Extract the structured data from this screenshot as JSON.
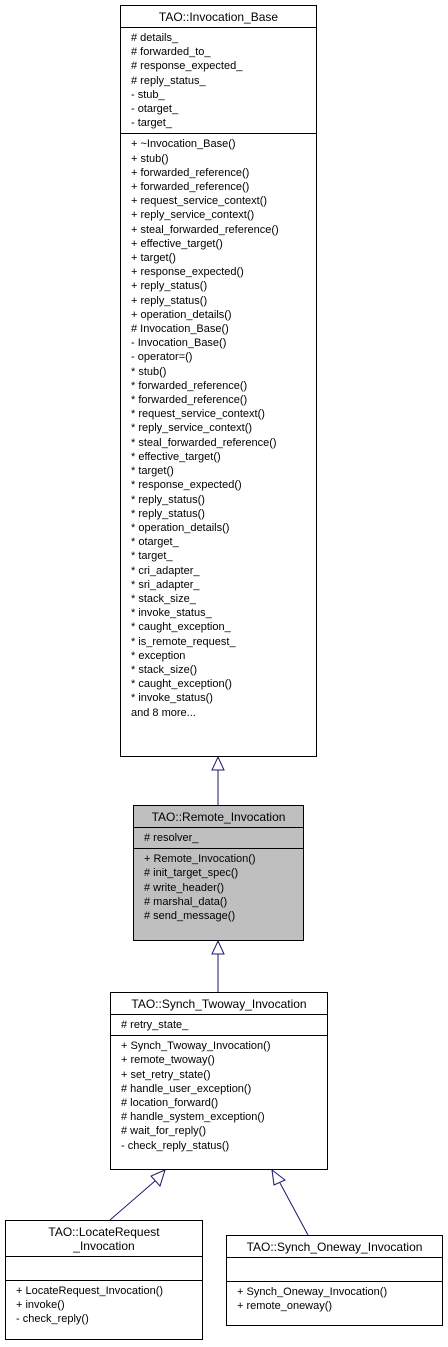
{
  "classes": {
    "invocation_base": {
      "title": "TAO::Invocation_Base",
      "attributes": [
        "# details_",
        "# forwarded_to_",
        "# response_expected_",
        "# reply_status_",
        "- stub_",
        "- otarget_",
        "- target_"
      ],
      "operations": [
        "+ ~Invocation_Base()",
        "+ stub()",
        "+ forwarded_reference()",
        "+ forwarded_reference()",
        "+ request_service_context()",
        "+ reply_service_context()",
        "+ steal_forwarded_reference()",
        "+ effective_target()",
        "+ target()",
        "+ response_expected()",
        "+ reply_status()",
        "+ reply_status()",
        "+ operation_details()",
        "# Invocation_Base()",
        "- Invocation_Base()",
        "- operator=()",
        "* stub()",
        "* forwarded_reference()",
        "* forwarded_reference()",
        "* request_service_context()",
        "* reply_service_context()",
        "* steal_forwarded_reference()",
        "* effective_target()",
        "* target()",
        "* response_expected()",
        "* reply_status()",
        "* reply_status()",
        "* operation_details()",
        "* otarget_",
        "* target_",
        "* cri_adapter_",
        "* sri_adapter_",
        "* stack_size_",
        "* invoke_status_",
        "* caught_exception_",
        "* is_remote_request_",
        "* exception",
        "* stack_size()",
        "* caught_exception()",
        "* invoke_status()",
        "and 8 more..."
      ]
    },
    "remote_invocation": {
      "title": "TAO::Remote_Invocation",
      "attributes": [
        "# resolver_"
      ],
      "operations": [
        "+ Remote_Invocation()",
        "# init_target_spec()",
        "# write_header()",
        "# marshal_data()",
        "# send_message()"
      ]
    },
    "synch_twoway_invocation": {
      "title": "TAO::Synch_Twoway_Invocation",
      "attributes": [
        "# retry_state_"
      ],
      "operations": [
        "+ Synch_Twoway_Invocation()",
        "+ remote_twoway()",
        "+ set_retry_state()",
        "# handle_user_exception()",
        "# location_forward()",
        "# handle_system_exception()",
        "# wait_for_reply()",
        "- check_reply_status()"
      ]
    },
    "locate_request_invocation": {
      "title": "TAO::LocateRequest\n_Invocation",
      "attributes": [],
      "operations": [
        "+ LocateRequest_Invocation()",
        "+ invoke()",
        "- check_reply()"
      ]
    },
    "synch_oneway_invocation": {
      "title": "TAO::Synch_Oneway_Invocation",
      "attributes": [],
      "operations": [
        "+ Synch_Oneway_Invocation()",
        "+ remote_oneway()"
      ]
    }
  },
  "colors": {
    "highlight_fill": "#bfbfbf",
    "edge": "#191970",
    "border": "#000000"
  }
}
